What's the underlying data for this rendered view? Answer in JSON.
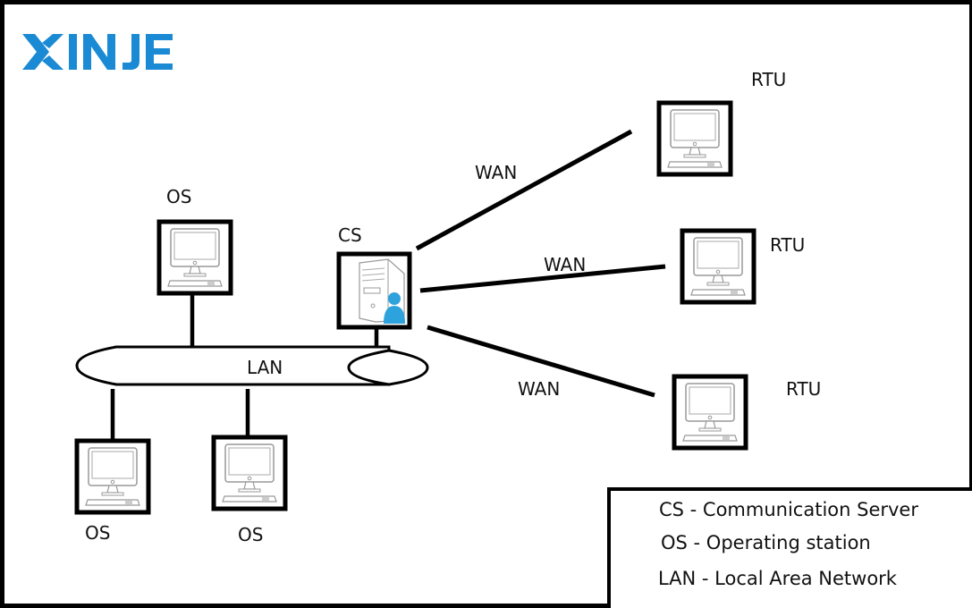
{
  "brand": {
    "name": "XINJE",
    "color": "#1a8ad4"
  },
  "nodes": {
    "os_top": {
      "label": "OS"
    },
    "cs": {
      "label": "CS"
    },
    "rtu_1": {
      "label": "RTU"
    },
    "rtu_2": {
      "label": "RTU"
    },
    "rtu_3": {
      "label": "RTU"
    },
    "os_bottom_left": {
      "label": "OS"
    },
    "os_bottom_mid": {
      "label": "OS"
    }
  },
  "links": {
    "wan_1": "WAN",
    "wan_2": "WAN",
    "wan_3": "WAN",
    "lan": "LAN"
  },
  "legend": [
    "CS - Communication Server",
    "OS - Operating station",
    "LAN - Local Area Network"
  ]
}
